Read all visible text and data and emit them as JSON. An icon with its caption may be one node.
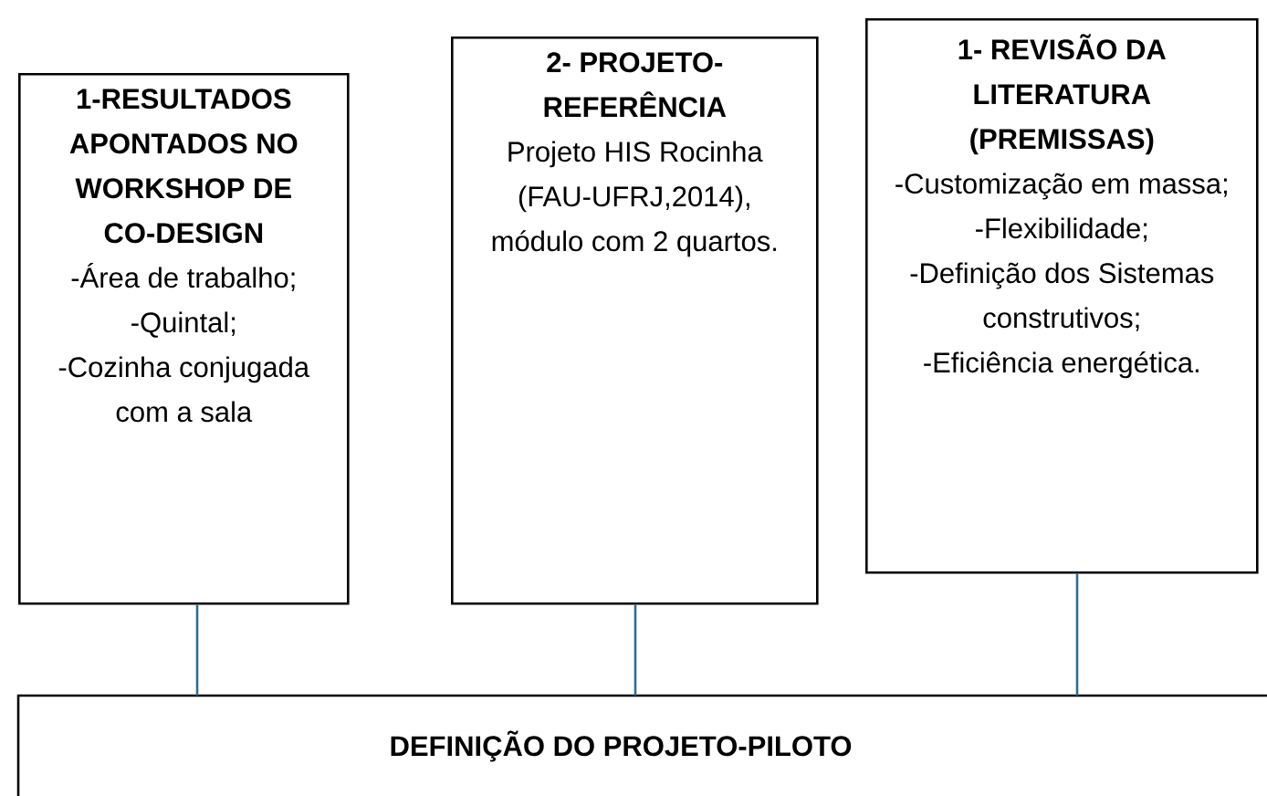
{
  "diagram": {
    "nodes": [
      {
        "text": [
          "1-RESULTADOS APONTADOS NO WORKSHOP DE CO-DESIGN",
          "-Área de trabalho;",
          "-Quintal;",
          "-Cozinha conjugada com a sala"
        ]
      },
      {
        "text": [
          "2- PROJETO-REFERÊNCIA",
          "Projeto HIS Rocinha (FAU-UFRJ,2014), módulo com 2 quartos."
        ]
      },
      {
        "text": [
          "1- REVISÃO DA LITERATURA (PREMISSAS)",
          "-Customização em massa;",
          "-Flexibilidade;",
          "-Definição dos Sistemas construtivos;",
          "-Eficiência energética."
        ]
      },
      {
        "text": [
          "DEFINIÇÃO DO PROJETO-PILOTO"
        ]
      }
    ],
    "edges": [
      {
        "from": 0,
        "to": 3,
        "arrow": "none"
      },
      {
        "from": 1,
        "to": 3,
        "arrow": "none"
      },
      {
        "from": 2,
        "to": 3,
        "arrow": "none"
      }
    ]
  }
}
